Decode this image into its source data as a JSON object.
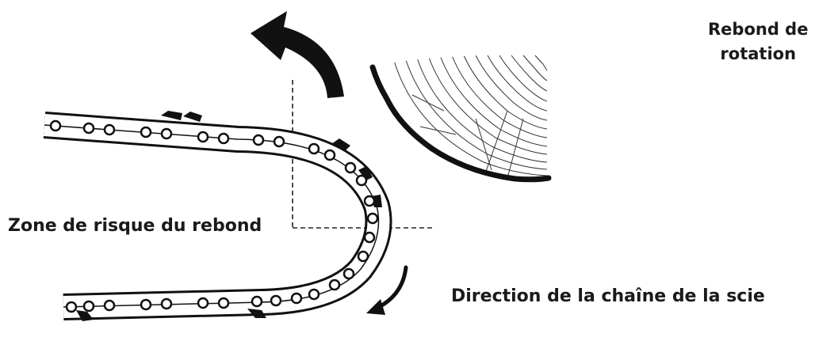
{
  "labels": {
    "kickback_rotation_line1": "Rebond de",
    "kickback_rotation_line2": "rotation",
    "kickback_zone": "Zone de risque du rebond",
    "chain_direction": "Direction de la chaîne de la scie"
  },
  "colors": {
    "ink": "#1a1a1a",
    "background": "#ffffff"
  }
}
